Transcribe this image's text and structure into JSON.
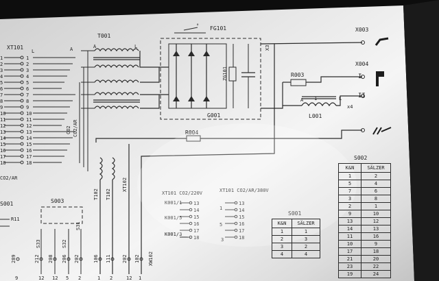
{
  "labels": {
    "xt101": "XT101",
    "t001": "T001",
    "fg101": "FG101",
    "g001": "G001",
    "zg101": "ZG101",
    "x3": "X3",
    "r003": "R003",
    "r004": "R004",
    "l001": "L001",
    "x003": "X003",
    "x004": "X004",
    "roman_1": "I",
    "roman_2": "II",
    "a": "A",
    "l": "L",
    "one": "1",
    "x4": "x4",
    "co2_ar": "CO2/AR",
    "co2": "CO2",
    "co2_ar_side": "CO2/AR",
    "s002": "S002",
    "s001": "S001",
    "s003": "S003",
    "r11": "R11",
    "t102": "T102",
    "t102b": "T102",
    "xt102": "XT102",
    "xw102": "XW102",
    "s33": "S33",
    "s32": "S32",
    "s31": "S31",
    "s001_left": "S001",
    "xt101_co2_220": "XT101 CO2/220V",
    "xt101_co2ar_380": "XT101 CO2/AR/380V",
    "k001_1": "K001/1",
    "k001_5": "K001/5",
    "k001_3": "K001/3",
    "n1": "1",
    "n5": "5",
    "n3": "3"
  },
  "xt101_terminals": [
    "1",
    "2",
    "3",
    "4",
    "5",
    "6",
    "7",
    "8",
    "9",
    "10",
    "11",
    "12",
    "13",
    "14",
    "15",
    "16",
    "17",
    "18"
  ],
  "xt101_left_numbers": [
    "1",
    "2",
    "3",
    "4",
    "5",
    "6",
    "7",
    "8",
    "9",
    "10",
    "11",
    "12",
    "13",
    "14",
    "15",
    "16",
    "17",
    "18"
  ],
  "bottom_wire_numbers": [
    "289",
    "212",
    "208",
    "206",
    "202",
    "106",
    "111",
    "202",
    "102"
  ],
  "bottom_pin_numbers": [
    "9",
    "12",
    "12",
    "5",
    "2",
    "1",
    "2",
    "12",
    "1"
  ],
  "co2_220_rows": [
    "13",
    "14",
    "15",
    "16",
    "17",
    "18"
  ],
  "co2_380_rows": [
    "13",
    "14",
    "15",
    "16",
    "17",
    "18"
  ],
  "s002_table": {
    "title": "S002",
    "headers": [
      "K&N",
      "SÄLZER"
    ],
    "rows": [
      [
        "1",
        "2"
      ],
      [
        "5",
        "4"
      ],
      [
        "7",
        "6"
      ],
      [
        "3",
        "8"
      ],
      [
        "2",
        "1"
      ],
      [
        "9",
        "10"
      ],
      [
        "13",
        "12"
      ],
      [
        "14",
        "13"
      ],
      [
        "11",
        "16"
      ],
      [
        "10",
        "9"
      ],
      [
        "17",
        "18"
      ],
      [
        "21",
        "20"
      ],
      [
        "23",
        "22"
      ],
      [
        "19",
        "24"
      ]
    ]
  },
  "s001_table": {
    "title": "S001",
    "headers": [
      "K&N",
      "SÄLZER"
    ],
    "rows": [
      [
        "1",
        "1"
      ],
      [
        "2",
        "3"
      ],
      [
        "3",
        "2"
      ],
      [
        "4",
        "4"
      ]
    ]
  }
}
